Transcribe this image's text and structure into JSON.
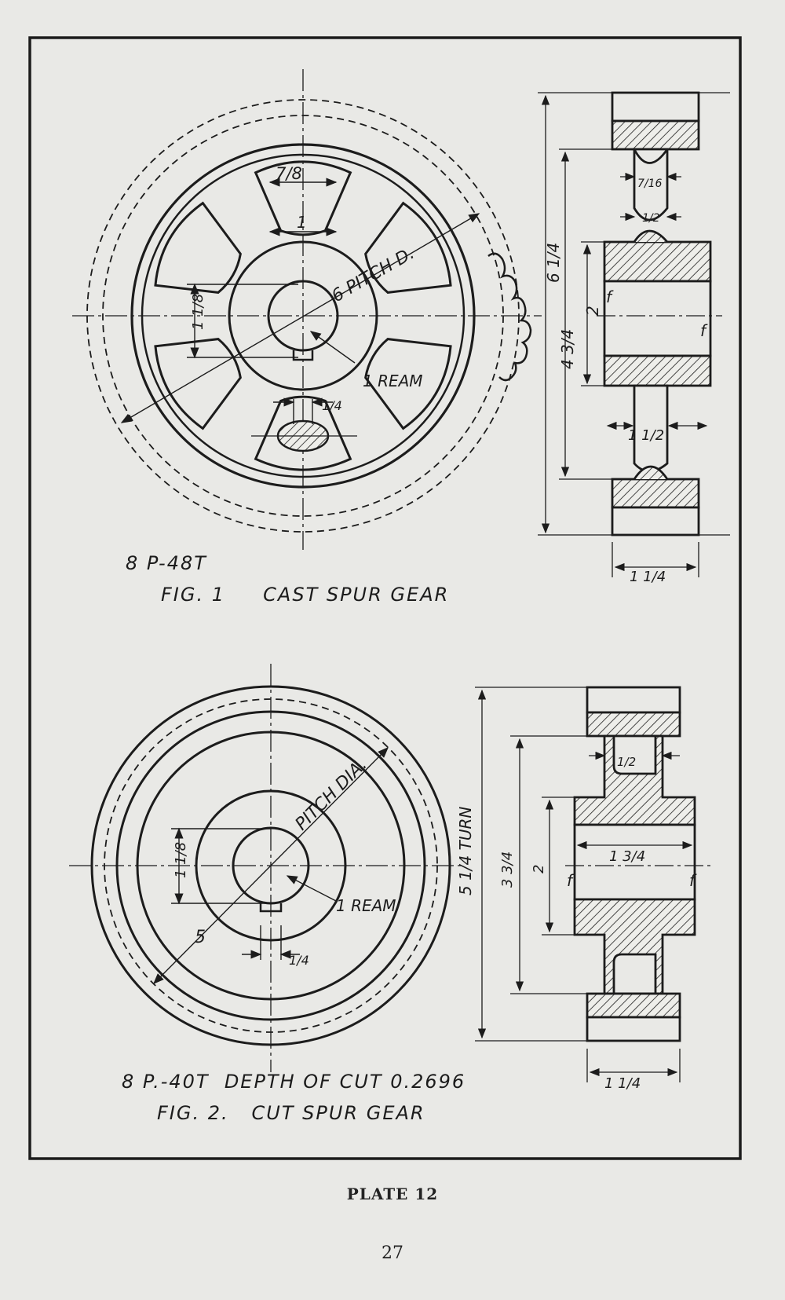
{
  "colors": {
    "paper": "#e9e9e6",
    "ink": "#1c1c1c"
  },
  "figure1": {
    "spec": "8 P-48T",
    "caption": "FIG. 1     CAST SPUR GEAR",
    "pitch_label": "6  PITCH D.",
    "ream_label": "1 REAM",
    "dims": {
      "web_gap_top": "7/8",
      "web_gap_bottom": "1",
      "hub_height": "1 1/8",
      "key_width": "1/4",
      "rim_thickness": "7/16",
      "rim_web": "1/2",
      "overall": "6 1/4",
      "hub_dia": "2",
      "bolt_dia": "4 3/4",
      "face_web": "1 1/2",
      "face_width": "1 1/4",
      "finish_mark": "f"
    }
  },
  "figure2": {
    "spec": "8 P.-40T  DEPTH OF CUT 0.2696",
    "caption": "FIG. 2.   CUT SPUR GEAR",
    "pitch_label": "PITCH DIA.",
    "pitch_value": "5",
    "ream_label": "1 REAM",
    "turn_label": "5 1/4  TURN",
    "dims": {
      "hub_height": "1 1/8",
      "key_width": "1/4",
      "web": "1/2",
      "hub_length": "1 3/4",
      "hub_dia": "2",
      "web_dia": "3 3/4",
      "face_width": "1 1/4",
      "finish_mark": "f"
    }
  },
  "plate": "PLATE 12",
  "page_number": "27"
}
